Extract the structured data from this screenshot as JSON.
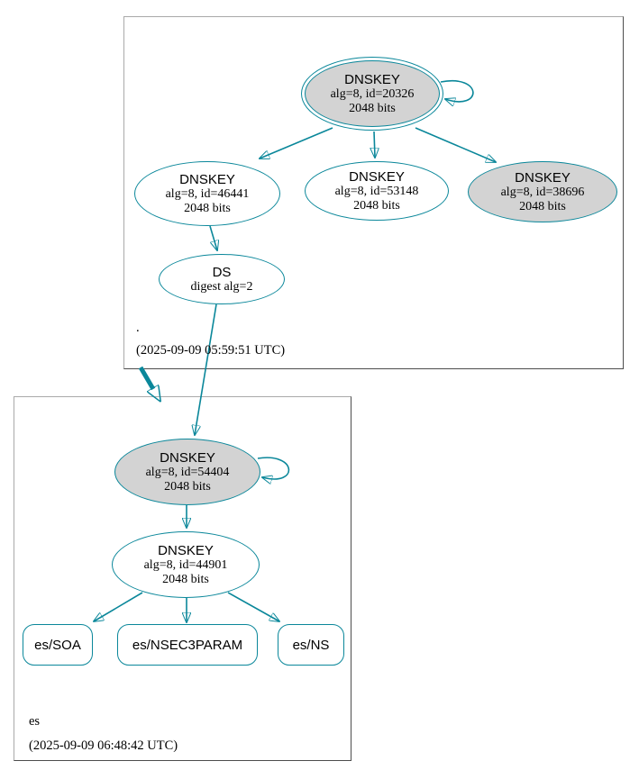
{
  "colors": {
    "accent": "#0a879a",
    "node-fill": "#d3d3d3",
    "text": "#000000",
    "cluster-border-light": "#a9a9a9",
    "cluster-border-dark": "#4d4d4d"
  },
  "root_zone": {
    "label": ".",
    "timestamp": "(2025-09-09 05:59:51 UTC)",
    "ksk": {
      "title": "DNSKEY",
      "detail": "alg=8, id=20326",
      "bits": "2048 bits"
    },
    "zsk1": {
      "title": "DNSKEY",
      "detail": "alg=8, id=46441",
      "bits": "2048 bits"
    },
    "zsk2": {
      "title": "DNSKEY",
      "detail": "alg=8, id=53148",
      "bits": "2048 bits"
    },
    "key3": {
      "title": "DNSKEY",
      "detail": "alg=8, id=38696",
      "bits": "2048 bits"
    },
    "ds": {
      "title": "DS",
      "detail": "digest alg=2"
    }
  },
  "es_zone": {
    "label": "es",
    "timestamp": "(2025-09-09 06:48:42 UTC)",
    "ksk": {
      "title": "DNSKEY",
      "detail": "alg=8, id=54404",
      "bits": "2048 bits"
    },
    "zsk": {
      "title": "DNSKEY",
      "detail": "alg=8, id=44901",
      "bits": "2048 bits"
    },
    "rrsets": {
      "soa": "es/SOA",
      "nsec3param": "es/NSEC3PARAM",
      "ns": "es/NS"
    }
  }
}
